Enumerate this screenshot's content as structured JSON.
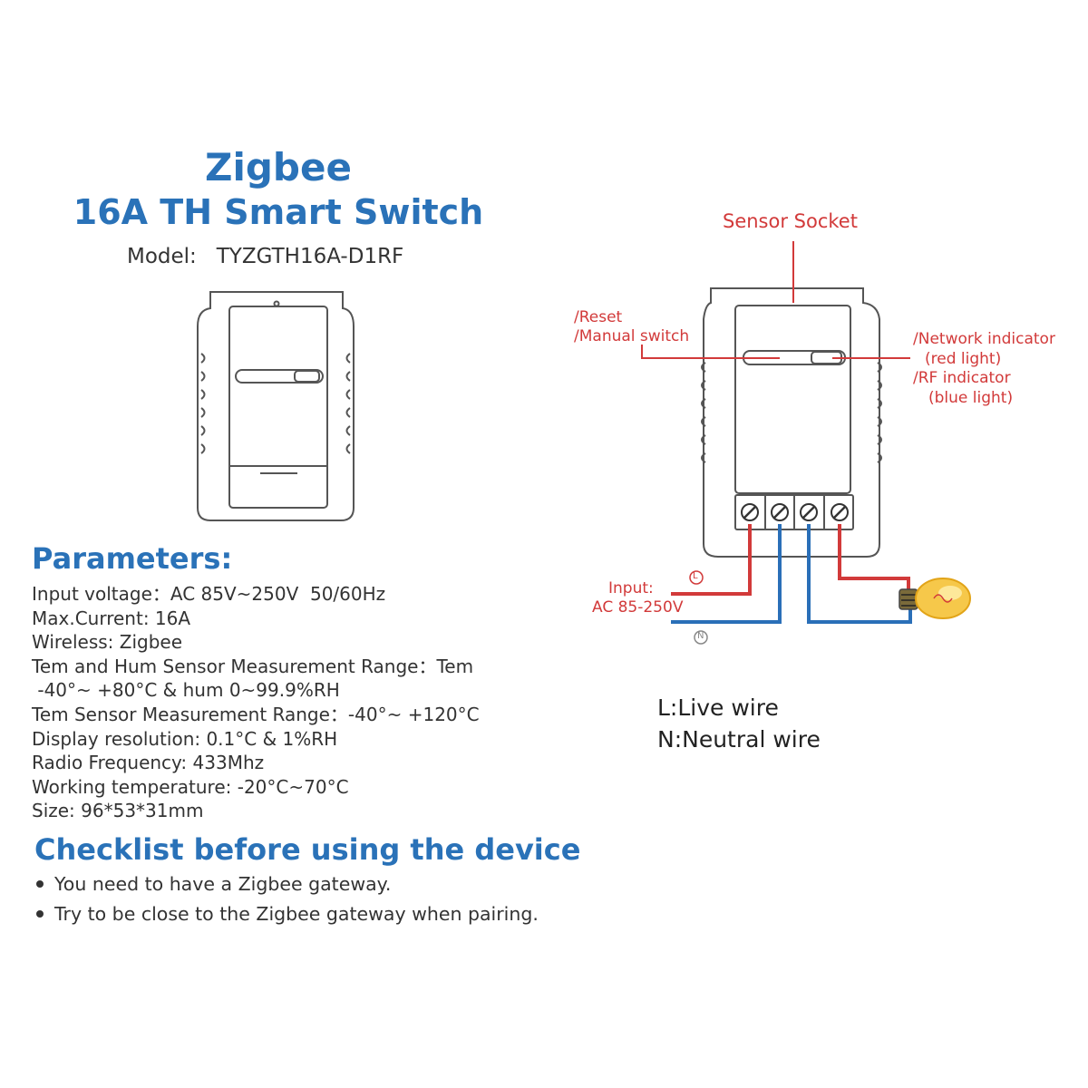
{
  "header": {
    "brand": "Zigbee",
    "product": "16A TH Smart Switch",
    "model": "Model:   TYZGTH16A-D1RF"
  },
  "parameters": {
    "heading": "Parameters:",
    "lines": [
      "Input voltage：AC 85V~250V  50/60Hz",
      "Max.Current: 16A",
      "Wireless: Zigbee",
      "Tem and Hum Sensor Measurement Range：Tem",
      " -40°~ +80°C & hum 0~99.9%RH",
      "Tem Sensor Measurement Range：-40°~ +120°C",
      "Display resolution: 0.1°C & 1%RH",
      "Radio Frequency: 433Mhz",
      "Working temperature: -20°C~70°C",
      "Size: 96*53*31mm"
    ]
  },
  "checklist": {
    "heading": "Checklist before using the device",
    "items": [
      "You need to have a Zigbee gateway.",
      "Try to be close to the Zigbee gateway when pairing."
    ]
  },
  "diagram": {
    "sensor_socket": "Sensor Socket",
    "reset": "/Reset",
    "manual_switch": "/Manual switch",
    "network_indicator": "/Network indicator",
    "red_light": "(red light)",
    "rf_indicator": "/RF indicator",
    "blue_light": "(blue light)",
    "input": "Input:",
    "input_range": "AC 85-250V",
    "live_marker": "L",
    "neutral_marker": "N",
    "legend_live": "L:Live wire",
    "legend_neutral": "N:Neutral wire",
    "colors": {
      "live": "#d23a3a",
      "neutral": "#2a6fb8",
      "accent": "#2a72b8"
    }
  }
}
